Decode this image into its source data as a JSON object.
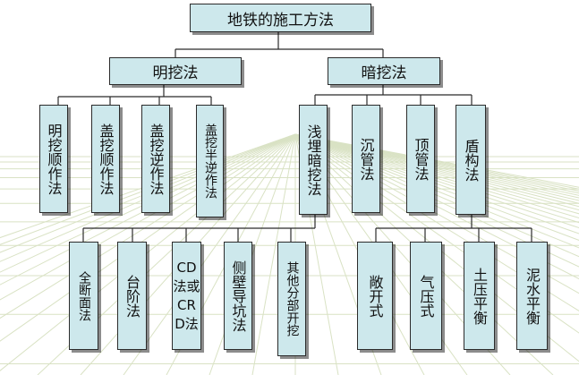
{
  "root": "地铁的施工方法",
  "open_cut": {
    "label": "明挖法",
    "children": [
      "明挖顺作法",
      "盖挖顺作法",
      "盖挖逆作法",
      "盖挖半逆作法"
    ]
  },
  "tunneling": {
    "label": "暗挖法",
    "children": [
      "浅埋暗挖法",
      "沉管法",
      "顶管法",
      "盾构法"
    ]
  },
  "shallow": {
    "children": [
      "全断面法",
      "台阶法",
      "CD法或CRD法",
      "侧壁导坑法",
      "其他分部开挖"
    ]
  },
  "shield": {
    "children": [
      "敞开式",
      "气压式",
      "土压平衡",
      "泥水平衡"
    ]
  },
  "colors": {
    "box_fill": "#cde8ec",
    "line": "#2b2b2b",
    "grid": "#d9e2c4"
  }
}
